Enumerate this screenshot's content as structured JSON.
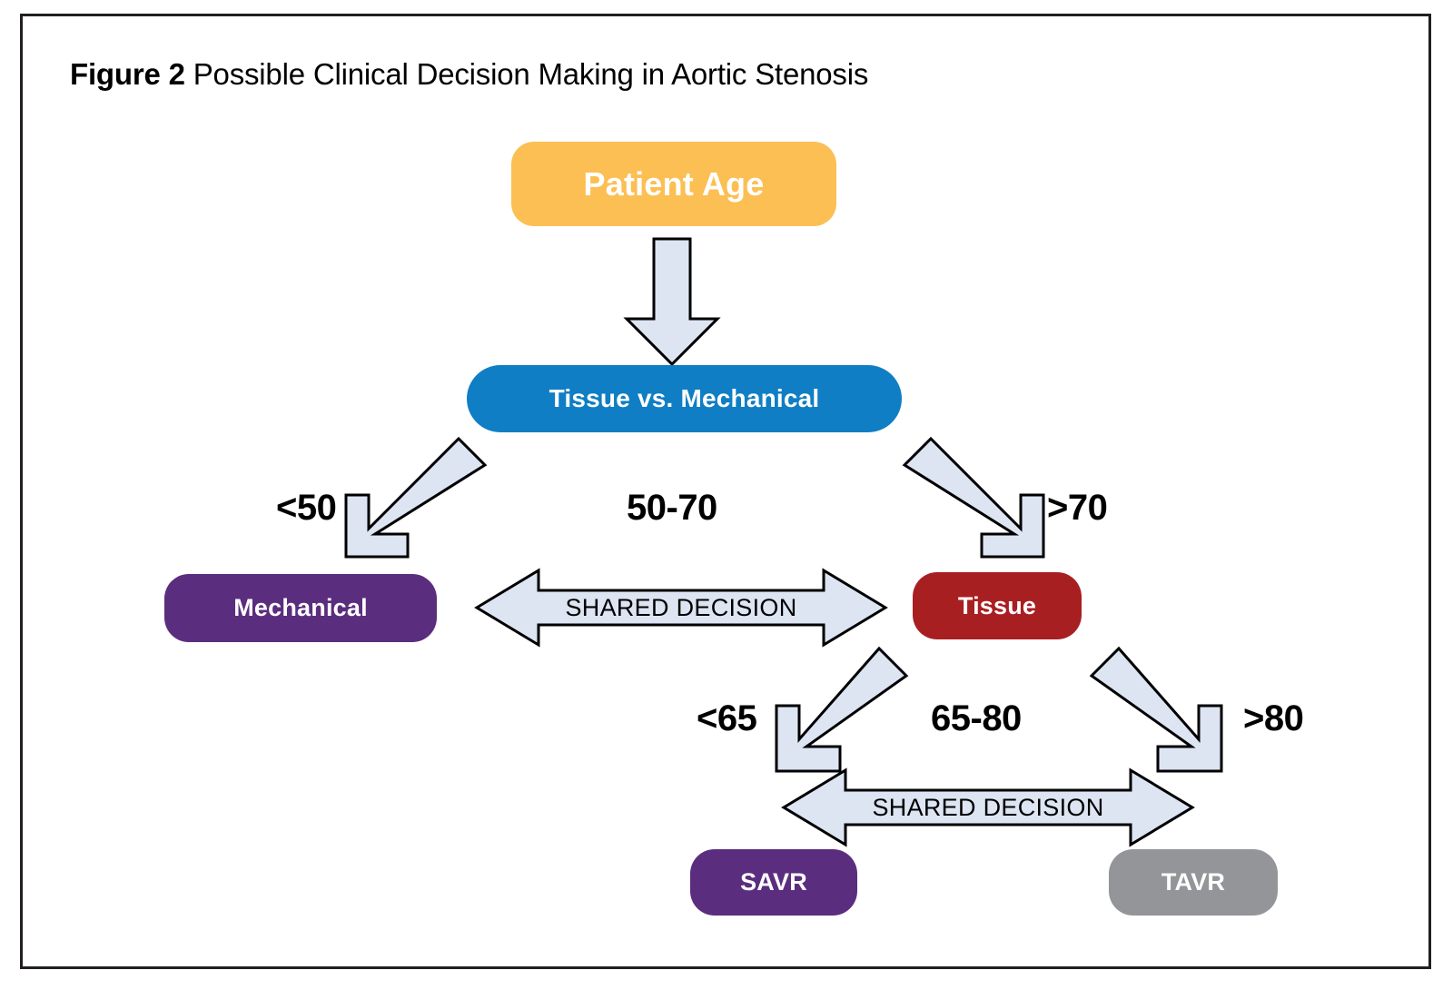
{
  "figure": {
    "number_label": "Figure 2",
    "title": " Possible Clinical Decision Making in Aortic Stenosis"
  },
  "nodes": {
    "patient_age": {
      "label": "Patient Age",
      "color": "#FBBF54",
      "text_color": "#FFFFFF"
    },
    "tissue_vs_mechanical": {
      "label": "Tissue vs. Mechanical",
      "color": "#0F7EC4",
      "text_color": "#FFFFFF"
    },
    "mechanical": {
      "label": "Mechanical",
      "color": "#5B2D7E",
      "text_color": "#FFFFFF"
    },
    "tissue": {
      "label": "Tissue",
      "color": "#A81F22",
      "text_color": "#FFFFFF"
    },
    "savr": {
      "label": "SAVR",
      "color": "#5B2D7E",
      "text_color": "#FFFFFF"
    },
    "tavr": {
      "label": "TAVR",
      "color": "#939598",
      "text_color": "#FFFFFF"
    }
  },
  "branch_labels": {
    "lt_50": "<50",
    "age_50_70": "50-70",
    "gt_70": ">70",
    "lt_65": "<65",
    "age_65_80": "65-80",
    "gt_80": ">80"
  },
  "shared_decision": {
    "upper": "SHARED DECISION",
    "lower": "SHARED DECISION"
  },
  "arrow_style": {
    "fill": "#DDE5F3",
    "stroke": "#000000",
    "stroke_width": 3
  },
  "chart_data": {
    "type": "flowchart",
    "title": "Figure 2 Possible Clinical Decision Making in Aortic Stenosis",
    "nodes": [
      {
        "id": "patient_age",
        "label": "Patient Age",
        "level": 0,
        "color": "#FBBF54"
      },
      {
        "id": "tissue_vs_mechanical",
        "label": "Tissue vs. Mechanical",
        "level": 1,
        "color": "#0F7EC4"
      },
      {
        "id": "mechanical",
        "label": "Mechanical",
        "level": 2,
        "color": "#5B2D7E"
      },
      {
        "id": "tissue",
        "label": "Tissue",
        "level": 2,
        "color": "#A81F22"
      },
      {
        "id": "savr",
        "label": "SAVR",
        "level": 3,
        "color": "#5B2D7E"
      },
      {
        "id": "tavr",
        "label": "TAVR",
        "level": 3,
        "color": "#939598"
      }
    ],
    "edges": [
      {
        "from": "patient_age",
        "to": "tissue_vs_mechanical",
        "label": "",
        "kind": "down"
      },
      {
        "from": "tissue_vs_mechanical",
        "to": "mechanical",
        "label": "<50",
        "kind": "diagonal-left"
      },
      {
        "from": "tissue_vs_mechanical",
        "to": "tissue",
        "label": ">70",
        "kind": "diagonal-right"
      },
      {
        "from": "mechanical",
        "to": "tissue",
        "label": "50-70",
        "kind": "bidirectional",
        "annotation": "SHARED DECISION"
      },
      {
        "from": "tissue",
        "to": "savr",
        "label": "<65",
        "kind": "diagonal-left"
      },
      {
        "from": "tissue",
        "to": "tavr",
        "label": ">80",
        "kind": "diagonal-right"
      },
      {
        "from": "savr",
        "to": "tavr",
        "label": "65-80",
        "kind": "bidirectional",
        "annotation": "SHARED DECISION"
      }
    ]
  }
}
